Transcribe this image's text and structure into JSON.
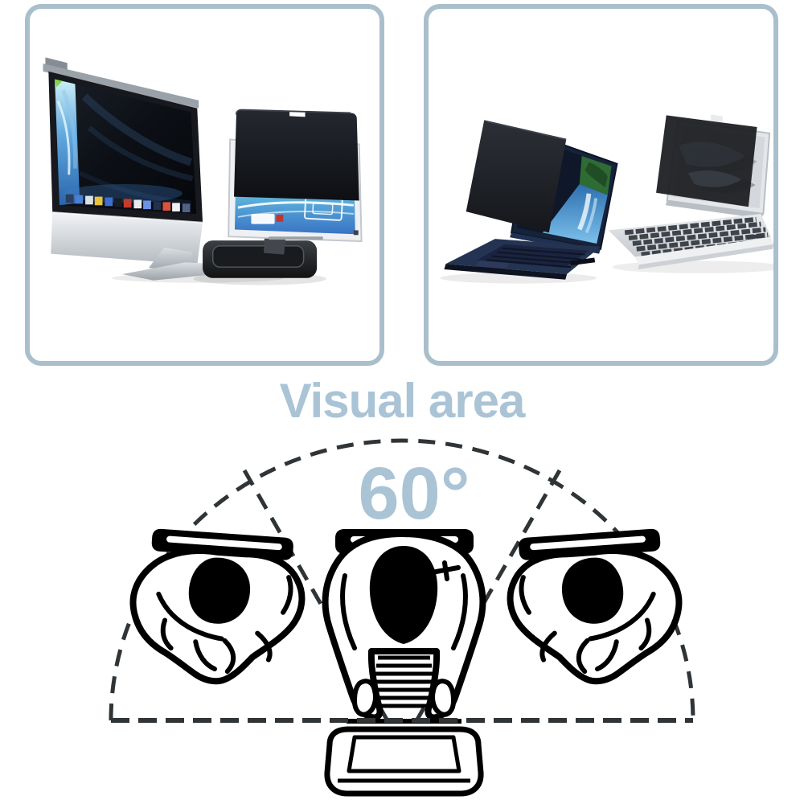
{
  "page": {
    "background": "#ffffff"
  },
  "panels": {
    "border_color": "#a9bfcb",
    "left_panel": {
      "content": "desktop monitors with privacy filters"
    },
    "right_panel": {
      "content": "laptops with privacy filters"
    }
  },
  "diagram": {
    "title": "Visual area",
    "angle_label": "60°",
    "text_color": "#aac4d6",
    "dash_color": "#2f3437",
    "figure_style": {
      "outline": "#000000",
      "fill": "#ffffff"
    }
  }
}
